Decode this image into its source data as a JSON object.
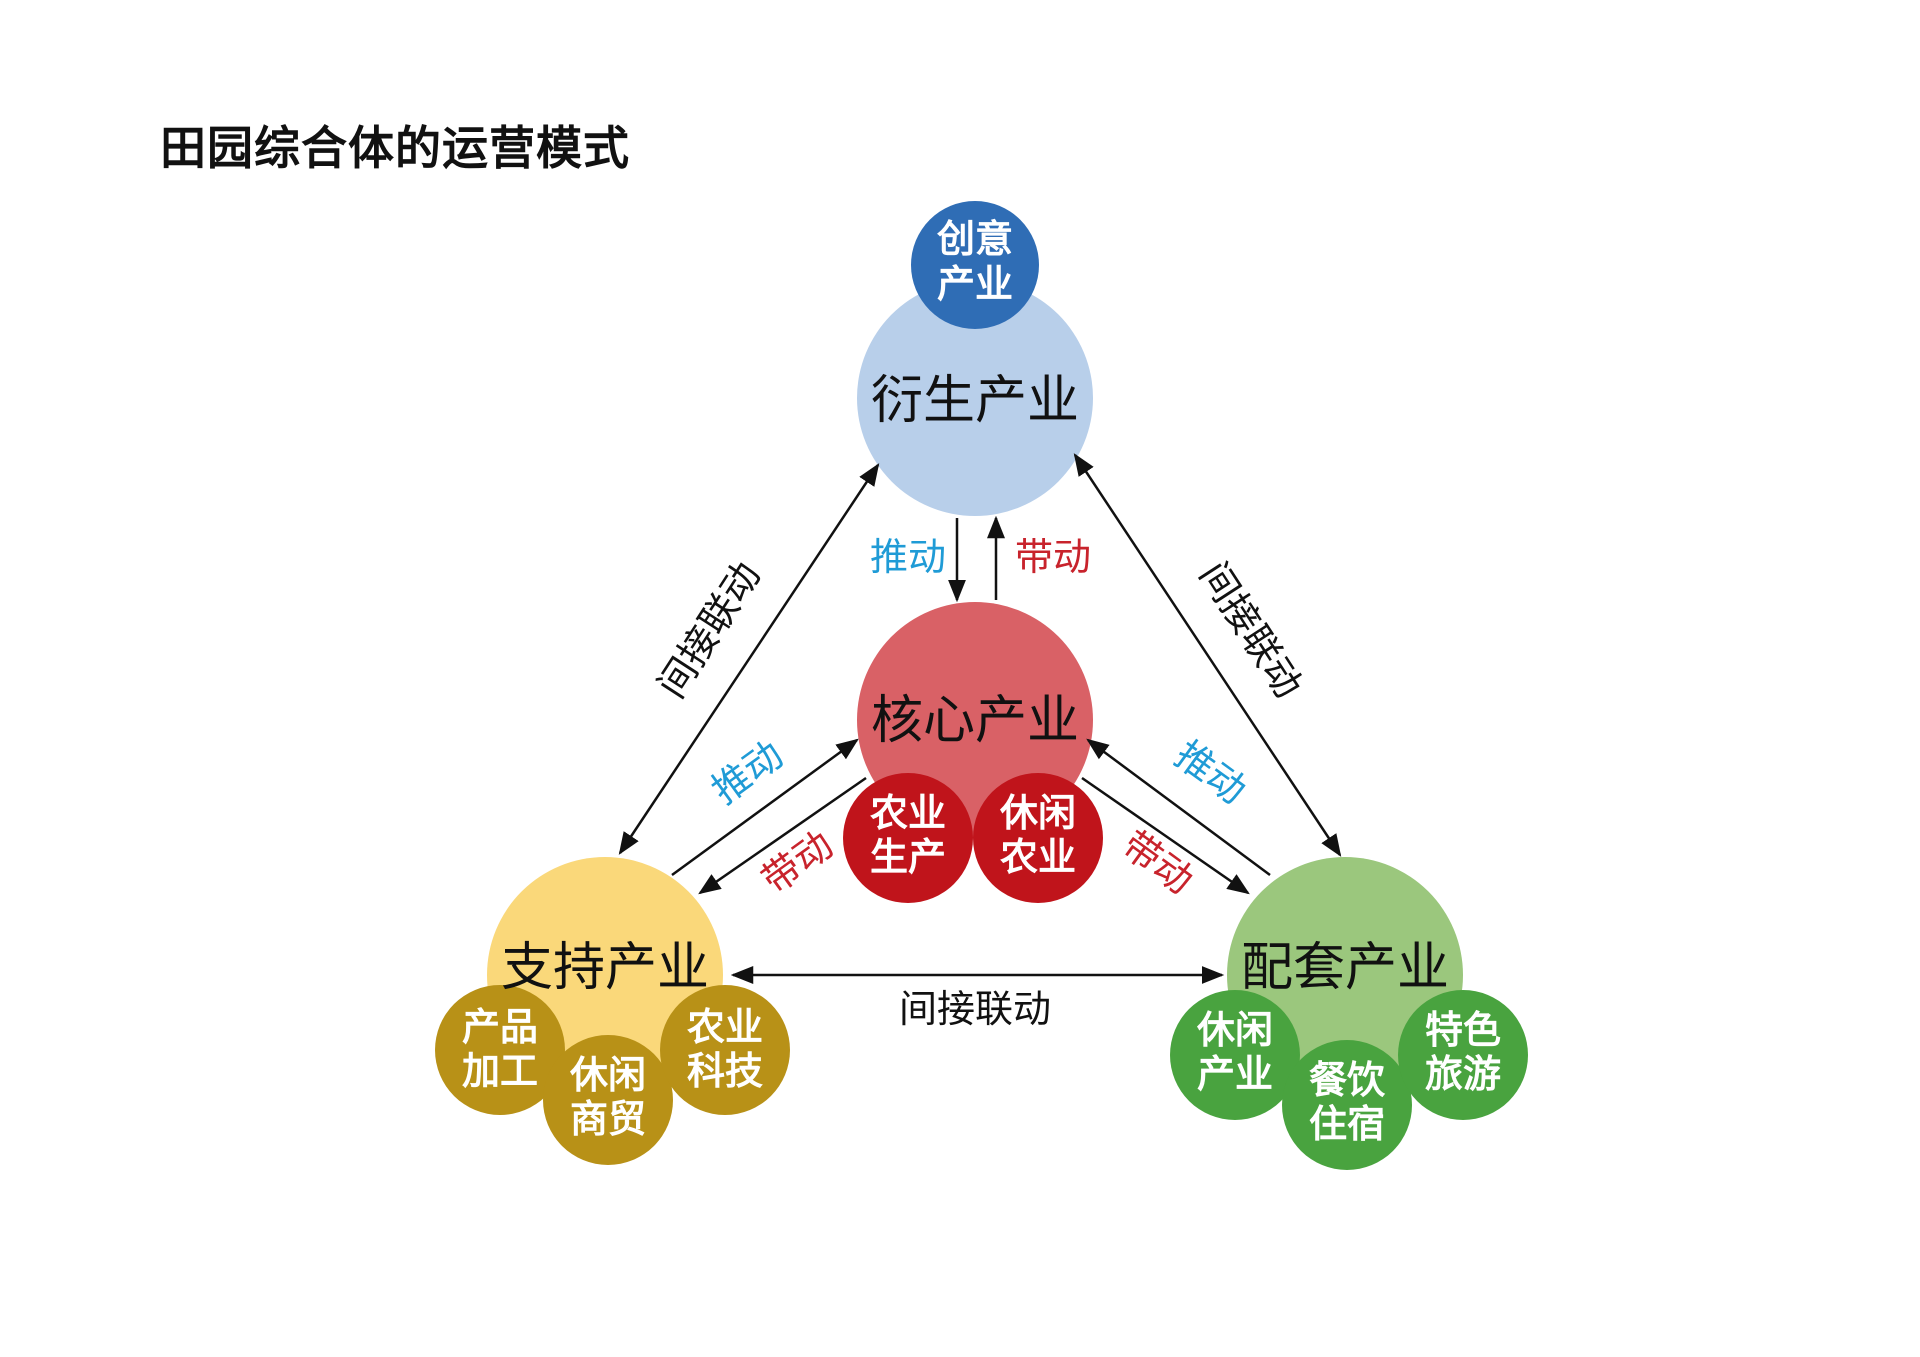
{
  "title": "田园综合体的运营模式",
  "colors": {
    "derivative_main": "#b8cfea",
    "derivative_sub": "#2f6db5",
    "core_main": "#d96166",
    "core_sub": "#c0141b",
    "support_main": "#fad87a",
    "support_sub": "#b89117",
    "supporting_main": "#9bc77d",
    "supporting_sub": "#49a33f",
    "push": "#1f9bd6",
    "drive": "#c8232c",
    "arrow": "#111111"
  },
  "nodes": {
    "derivative": {
      "label": "衍生产业",
      "subs": [
        {
          "lines": [
            "创意",
            "产业"
          ]
        }
      ]
    },
    "core": {
      "label": "核心产业",
      "subs": [
        {
          "lines": [
            "农业",
            "生产"
          ]
        },
        {
          "lines": [
            "休闲",
            "农业"
          ]
        }
      ]
    },
    "support": {
      "label": "支持产业",
      "subs": [
        {
          "lines": [
            "产品",
            "加工"
          ]
        },
        {
          "lines": [
            "休闲",
            "商贸"
          ]
        },
        {
          "lines": [
            "农业",
            "科技"
          ]
        }
      ]
    },
    "supporting": {
      "label": "配套产业",
      "subs": [
        {
          "lines": [
            "休闲",
            "产业"
          ]
        },
        {
          "lines": [
            "餐饮",
            "住宿"
          ]
        },
        {
          "lines": [
            "特色",
            "旅游"
          ]
        }
      ]
    }
  },
  "edges": {
    "push": "推动",
    "drive": "带动",
    "indirect": "间接联动"
  }
}
